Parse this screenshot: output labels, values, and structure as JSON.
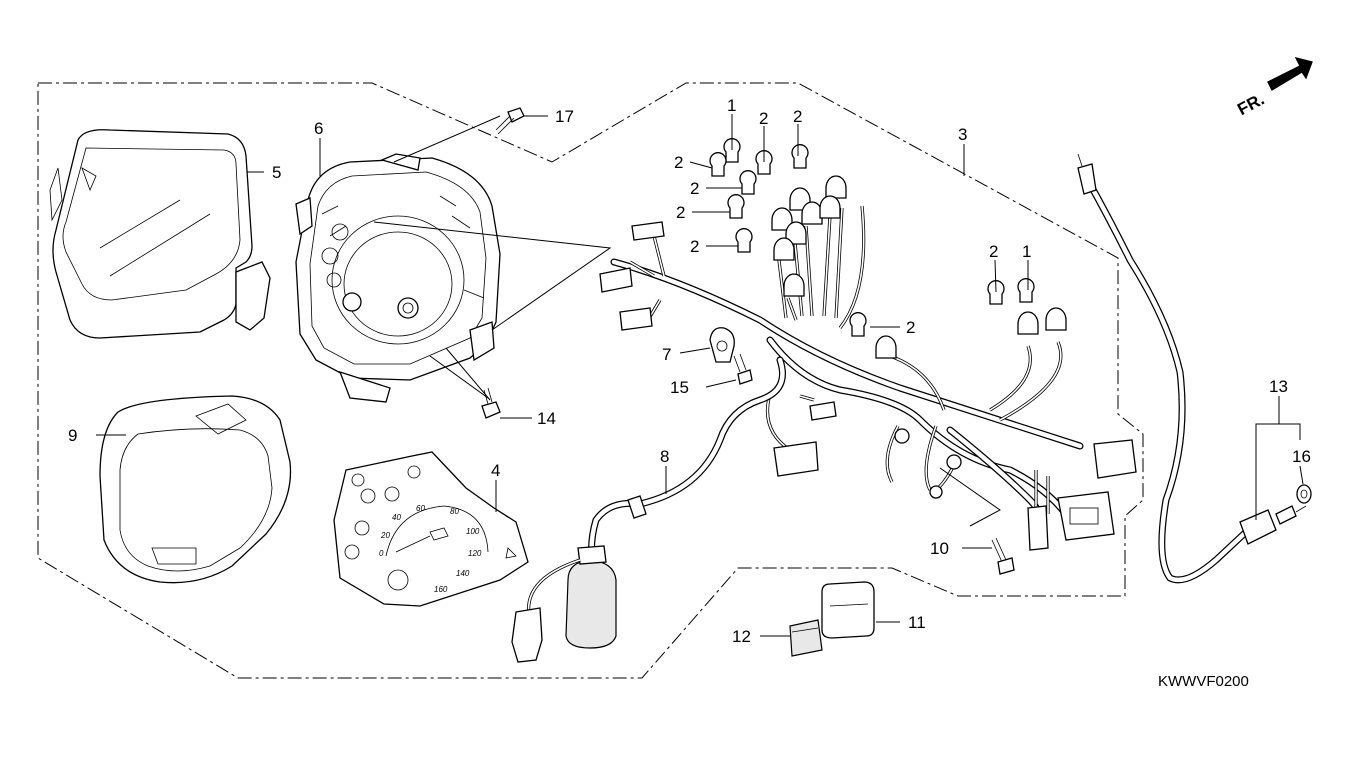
{
  "diagram": {
    "fr_label": "FR.",
    "code": "KWWVF0200",
    "speedometer_scale": [
      "0",
      "20",
      "40",
      "60",
      "80",
      "100",
      "120",
      "140",
      "160"
    ],
    "callouts": [
      {
        "id": "c1a",
        "text": "1"
      },
      {
        "id": "c2a",
        "text": "2"
      },
      {
        "id": "c2b",
        "text": "2"
      },
      {
        "id": "c2c",
        "text": "2"
      },
      {
        "id": "c2d",
        "text": "2"
      },
      {
        "id": "c2e",
        "text": "2"
      },
      {
        "id": "c2f",
        "text": "2"
      },
      {
        "id": "c2g",
        "text": "2"
      },
      {
        "id": "c1b",
        "text": "1"
      },
      {
        "id": "c2h",
        "text": "2"
      },
      {
        "id": "c3",
        "text": "3"
      },
      {
        "id": "c4",
        "text": "4"
      },
      {
        "id": "c5",
        "text": "5"
      },
      {
        "id": "c6",
        "text": "6"
      },
      {
        "id": "c7",
        "text": "7"
      },
      {
        "id": "c8",
        "text": "8"
      },
      {
        "id": "c9",
        "text": "9"
      },
      {
        "id": "c10",
        "text": "10"
      },
      {
        "id": "c11",
        "text": "11"
      },
      {
        "id": "c12",
        "text": "12"
      },
      {
        "id": "c13",
        "text": "13"
      },
      {
        "id": "c14",
        "text": "14"
      },
      {
        "id": "c15",
        "text": "15"
      },
      {
        "id": "c16",
        "text": "16"
      },
      {
        "id": "c17",
        "text": "17"
      }
    ]
  }
}
